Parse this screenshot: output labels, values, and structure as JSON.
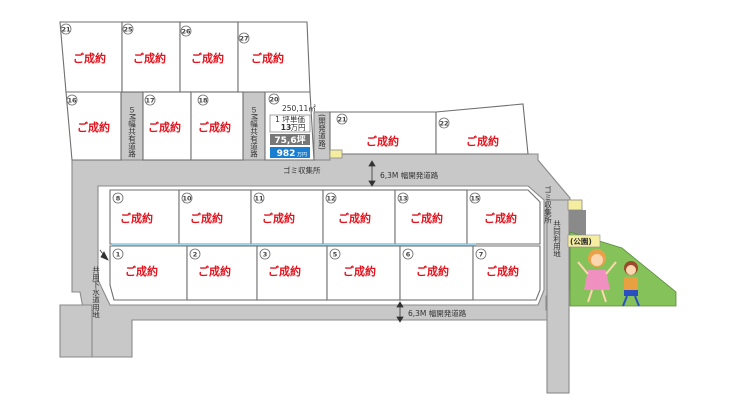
{
  "sold_label": "ご成約",
  "lot_numbers": {
    "l21": "21",
    "l25": "25",
    "l26": "26",
    "l27": "27",
    "l16": "16",
    "l17": "17",
    "l18": "18",
    "l20": "20",
    "l21b": "21",
    "l22": "22",
    "l8": "8",
    "l10": "10",
    "l11": "11",
    "l12": "12",
    "l13": "13",
    "l15": "15",
    "l1": "1",
    "l2": "2",
    "l3": "3",
    "l5": "5",
    "l6": "6",
    "l7": "7"
  },
  "lot20": {
    "area": "250,11㎡",
    "tsubo_unit_label": "1 坪単価",
    "tsubo_price": "13",
    "tsubo_price_unit": "万円",
    "tsubo": "75,6坪",
    "price": "982",
    "price_unit": "万円"
  },
  "roads": {
    "road_5m_a": "５M幅共有道路",
    "road_5m_b": "５M幅共有道路",
    "dev_road_v": "(開発道路)",
    "shared_water": "共用下水道用地",
    "shared_land": "共同利用地",
    "garbage_1": "ゴミ収集所",
    "garbage_2": "ゴミ収集所",
    "dev_63_top": "6,3M 幅開発道路",
    "dev_63_bottom": "6,3M 幅開発道路",
    "park": "(公園)"
  },
  "colors": {
    "sold_text": "#e0141e",
    "road": "#c8c8c8",
    "park": "#86c25a",
    "price_badge": "#1a7fd0",
    "tsubo_badge": "#777777",
    "highlight": "#f5eea0",
    "divider": "#9fd3ea"
  }
}
